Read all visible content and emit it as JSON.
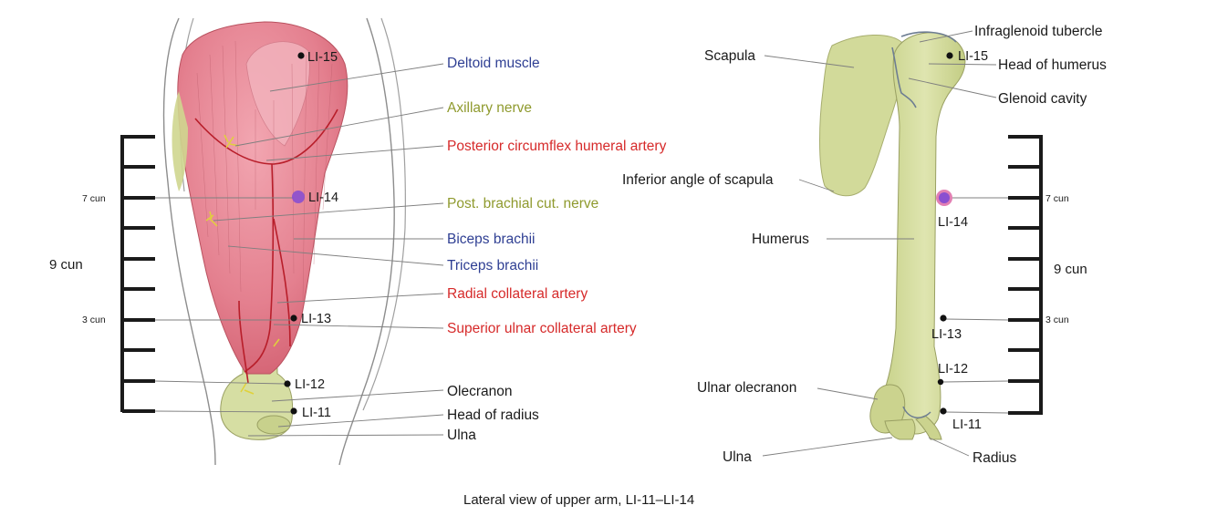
{
  "colors": {
    "muscle": "#e58a98",
    "bone": "#d6dea3",
    "nerve": "#e0d23a",
    "artery": "#c2242e",
    "label_muscle": "#2f3f93",
    "label_nerve": "#8f9a2e",
    "label_artery": "#d62a2a",
    "label_bone": "#1a1a1a",
    "point_li14": "#8a4fd0"
  },
  "left_panel": {
    "labels": {
      "deltoid": "Deltoid muscle",
      "axillary": "Axillary nerve",
      "post_circ": "Posterior circumflex humeral artery",
      "post_brach": "Post. brachial cut. nerve",
      "biceps": "Biceps brachii",
      "triceps": "Triceps brachii",
      "radial_coll": "Radial collateral artery",
      "sup_ulnar": "Superior ulnar collateral artery",
      "olecranon": "Olecranon",
      "head_radius": "Head of radius",
      "ulna": "Ulna"
    },
    "points": {
      "li15": "LI-15",
      "li14": "LI-14",
      "li13": "LI-13",
      "li12": "LI-12",
      "li11": "LI-11"
    },
    "ruler": {
      "mark7": "7 cun",
      "total": "9 cun",
      "mark3": "3 cun"
    }
  },
  "right_panel": {
    "labels": {
      "infraglenoid": "Infraglenoid tubercle",
      "scapula": "Scapula",
      "head_humerus": "Head of humerus",
      "glenoid": "Glenoid cavity",
      "inf_angle": "Inferior angle of scapula",
      "humerus": "Humerus",
      "ulnar_olecranon": "Ulnar olecranon",
      "ulna": "Ulna",
      "radius": "Radius"
    },
    "points": {
      "li15": "LI-15",
      "li14": "LI-14",
      "li13": "LI-13",
      "li12": "LI-12",
      "li11": "LI-11"
    },
    "ruler": {
      "mark7": "7 cun",
      "total": "9 cun",
      "mark3": "3 cun"
    }
  },
  "caption": "Lateral view of upper arm, LI-11–LI-14"
}
